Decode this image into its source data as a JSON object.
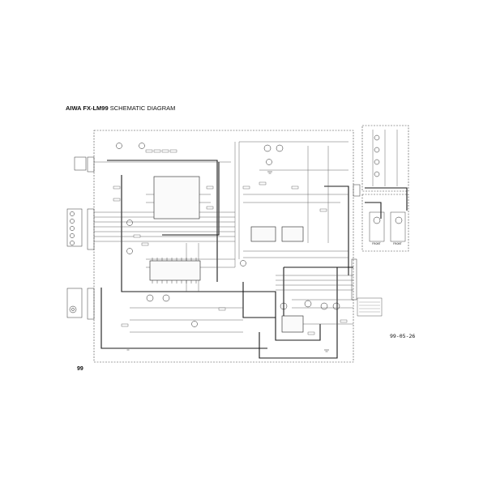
{
  "header": {
    "model": "AIWA FX-LM99",
    "subtitle": "SCHEMATIC DIAGRAM"
  },
  "footer": {
    "page_number": "99"
  },
  "stamp": {
    "date": "99-05-26"
  },
  "labels": {
    "front_left": "FRONT",
    "front_right": "FRONT"
  },
  "colors": {
    "ink": "#1a1a1a",
    "thin": "#555555",
    "background": "#ffffff"
  }
}
